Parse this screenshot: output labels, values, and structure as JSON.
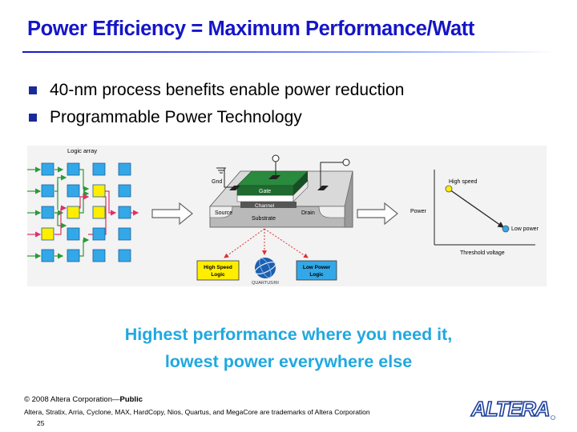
{
  "title": "Power Efficiency = Maximum Performance/Watt",
  "bullets": [
    "40-nm process benefits enable power reduction",
    "Programmable Power Technology"
  ],
  "diagram": {
    "logic_array_label": "Logic array",
    "gnd_label": "Gnd",
    "gate_label": "Gate",
    "channel_label": "Channel",
    "source_label": "Source",
    "drain_label": "Drain",
    "substrate_label": "Substrate",
    "high_speed_logic": [
      "High Speed",
      "Logic"
    ],
    "low_power_logic": [
      "Low Power",
      "Logic"
    ],
    "quartus_label": "QUARTUS®II",
    "graph": {
      "y_label": "Power",
      "x_label": "Threshold voltage",
      "high_speed": "High speed",
      "low_power": "Low power"
    }
  },
  "tagline": [
    "Highest performance where you need it,",
    "lowest power everywhere else"
  ],
  "footer": {
    "copyright": "© 2008 Altera Corporation—",
    "public": "Public",
    "trademarks": "Altera, Stratix, Arria, Cyclone, MAX, HardCopy, Nios, Quartus, and MegaCore are trademarks of Altera Corporation",
    "page": "25",
    "logo": "ALTERA"
  },
  "colors": {
    "title": "#1515c8",
    "tagline": "#20a8e0",
    "cell_blue": "#33a8e8",
    "cell_yellow": "#ffee00",
    "gate_green": "#1f6b2f"
  }
}
